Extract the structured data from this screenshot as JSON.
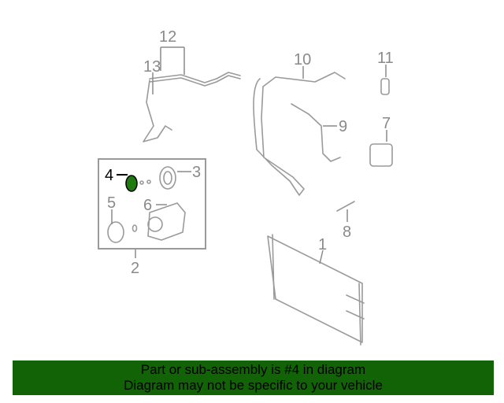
{
  "diagram": {
    "callouts": {
      "c1": "1",
      "c2": "2",
      "c3": "3",
      "c4": "4",
      "c5": "5",
      "c6": "6",
      "c7": "7",
      "c8": "8",
      "c9": "9",
      "c10": "10",
      "c11": "11",
      "c12": "12",
      "c13": "13"
    },
    "highlighted_part": "4",
    "highlight_color": "#1f7a10"
  },
  "banner": {
    "line1": "Part or sub-assembly is #4 in diagram",
    "line2": "Diagram may not be specific to your vehicle",
    "background": "#126306"
  }
}
